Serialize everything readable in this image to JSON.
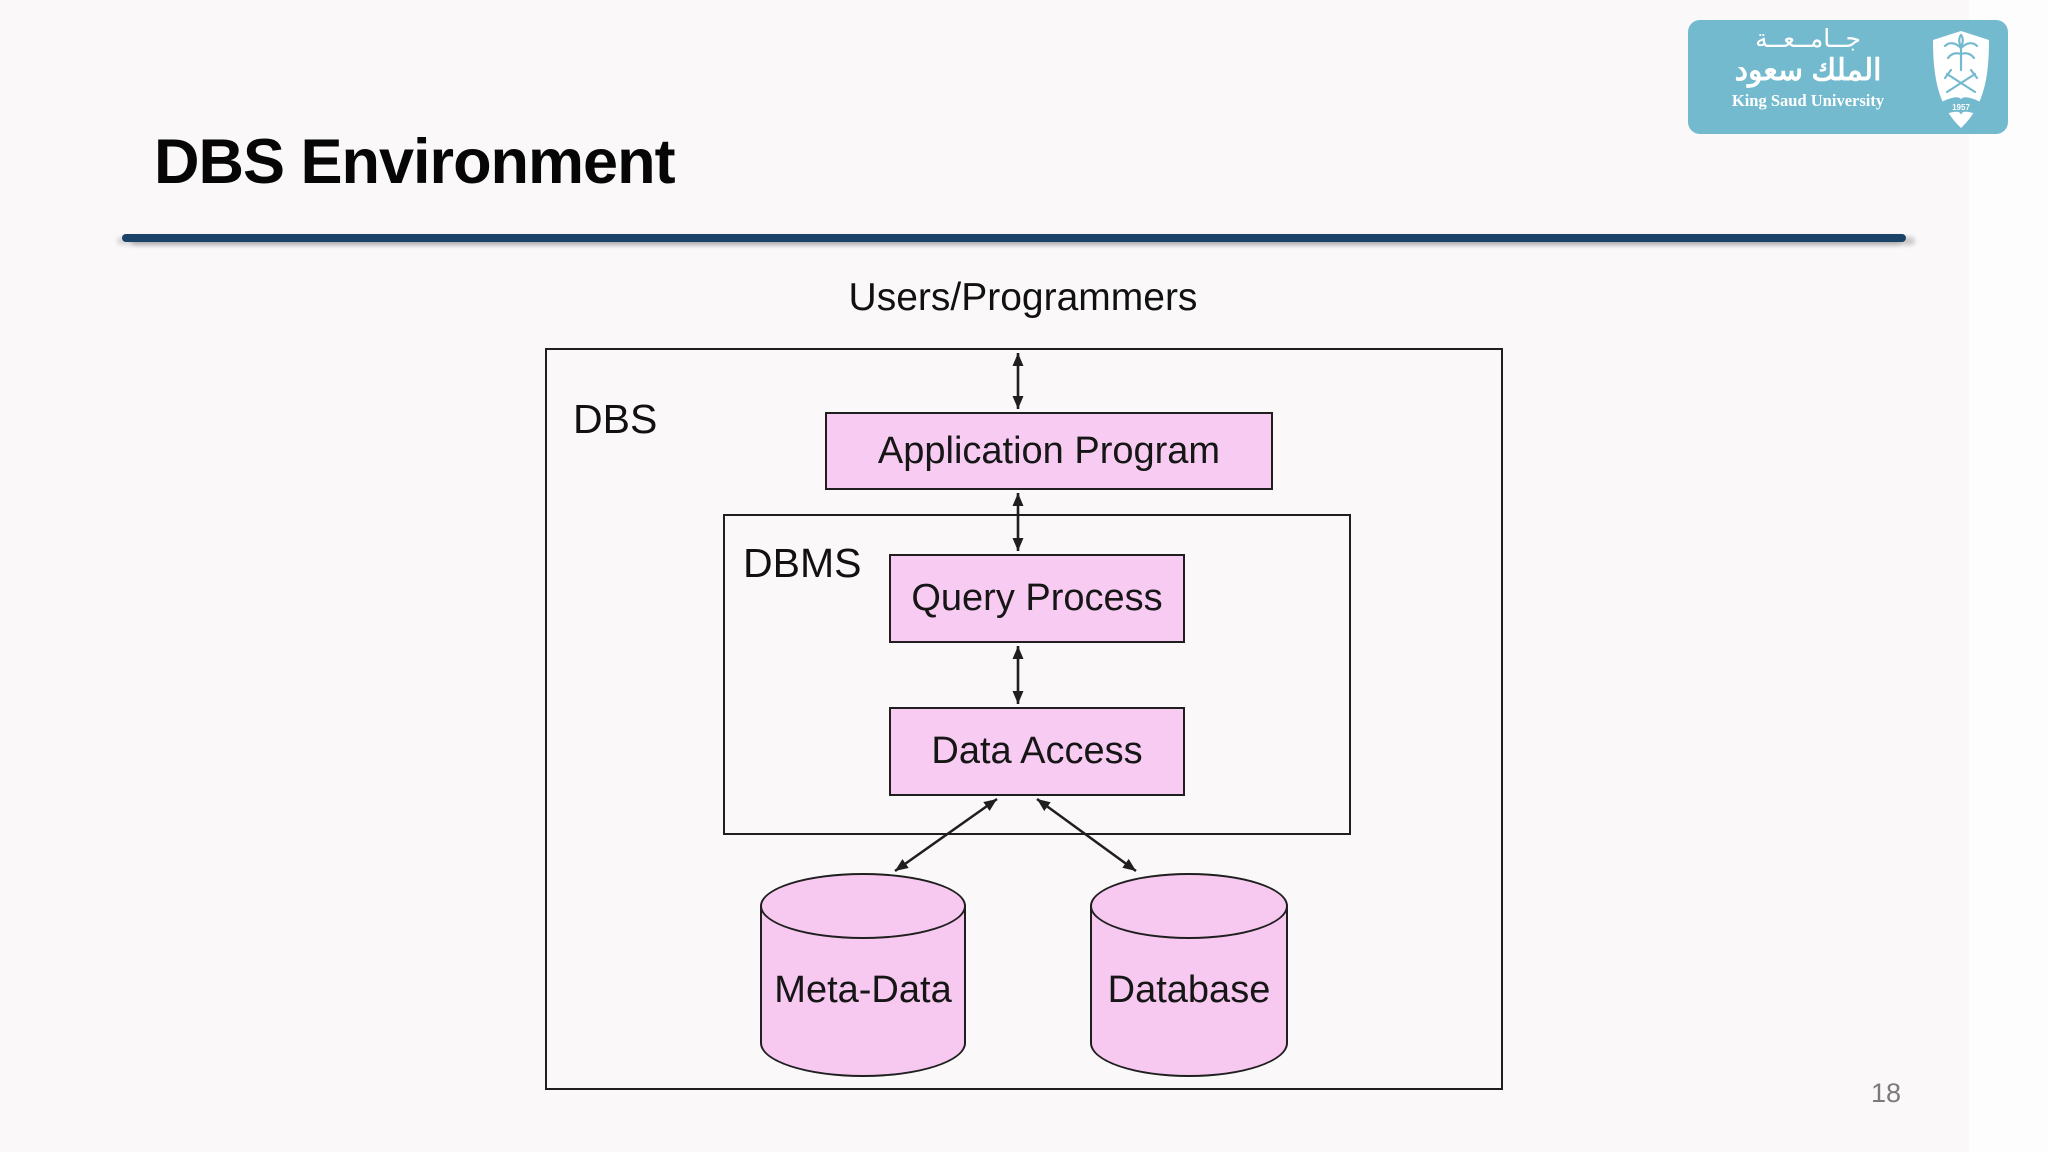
{
  "slide": {
    "title": "DBS Environment",
    "page_number": "18",
    "background_color": "#FAF8F8",
    "accent_rule_color": "#1B4269"
  },
  "logo": {
    "arabic_line1": "جــامــعــة",
    "arabic_line2": "الملك سعود",
    "english": "King Saud University",
    "emblem_year": "1957",
    "background_color": "#74BACF"
  },
  "diagram": {
    "top_label": "Users/Programmers",
    "outer_box_label": "DBS",
    "inner_box_label": "DBMS",
    "nodes": {
      "application_program": "Application Program",
      "query_process": "Query Process",
      "data_access": "Data Access",
      "meta_data": "Meta-Data",
      "database": "Database"
    },
    "node_fill_color": "#F8CBF2",
    "cylinder_fill_color": "#F7C9F0",
    "line_color": "#1f1f1f"
  }
}
